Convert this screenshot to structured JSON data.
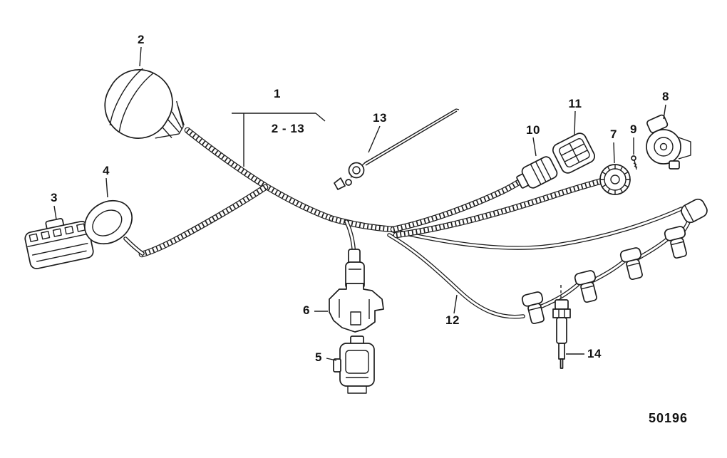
{
  "figure": {
    "drawing_number": "50196",
    "callouts": {
      "n1": "1",
      "n2": "2",
      "range": "2 - 13",
      "n3": "3",
      "n4": "4",
      "n5": "5",
      "n6": "6",
      "n7": "7",
      "n8": "8",
      "n9": "9",
      "n10": "10",
      "n11": "11",
      "n12": "12",
      "n13": "13",
      "n14": "14"
    }
  }
}
